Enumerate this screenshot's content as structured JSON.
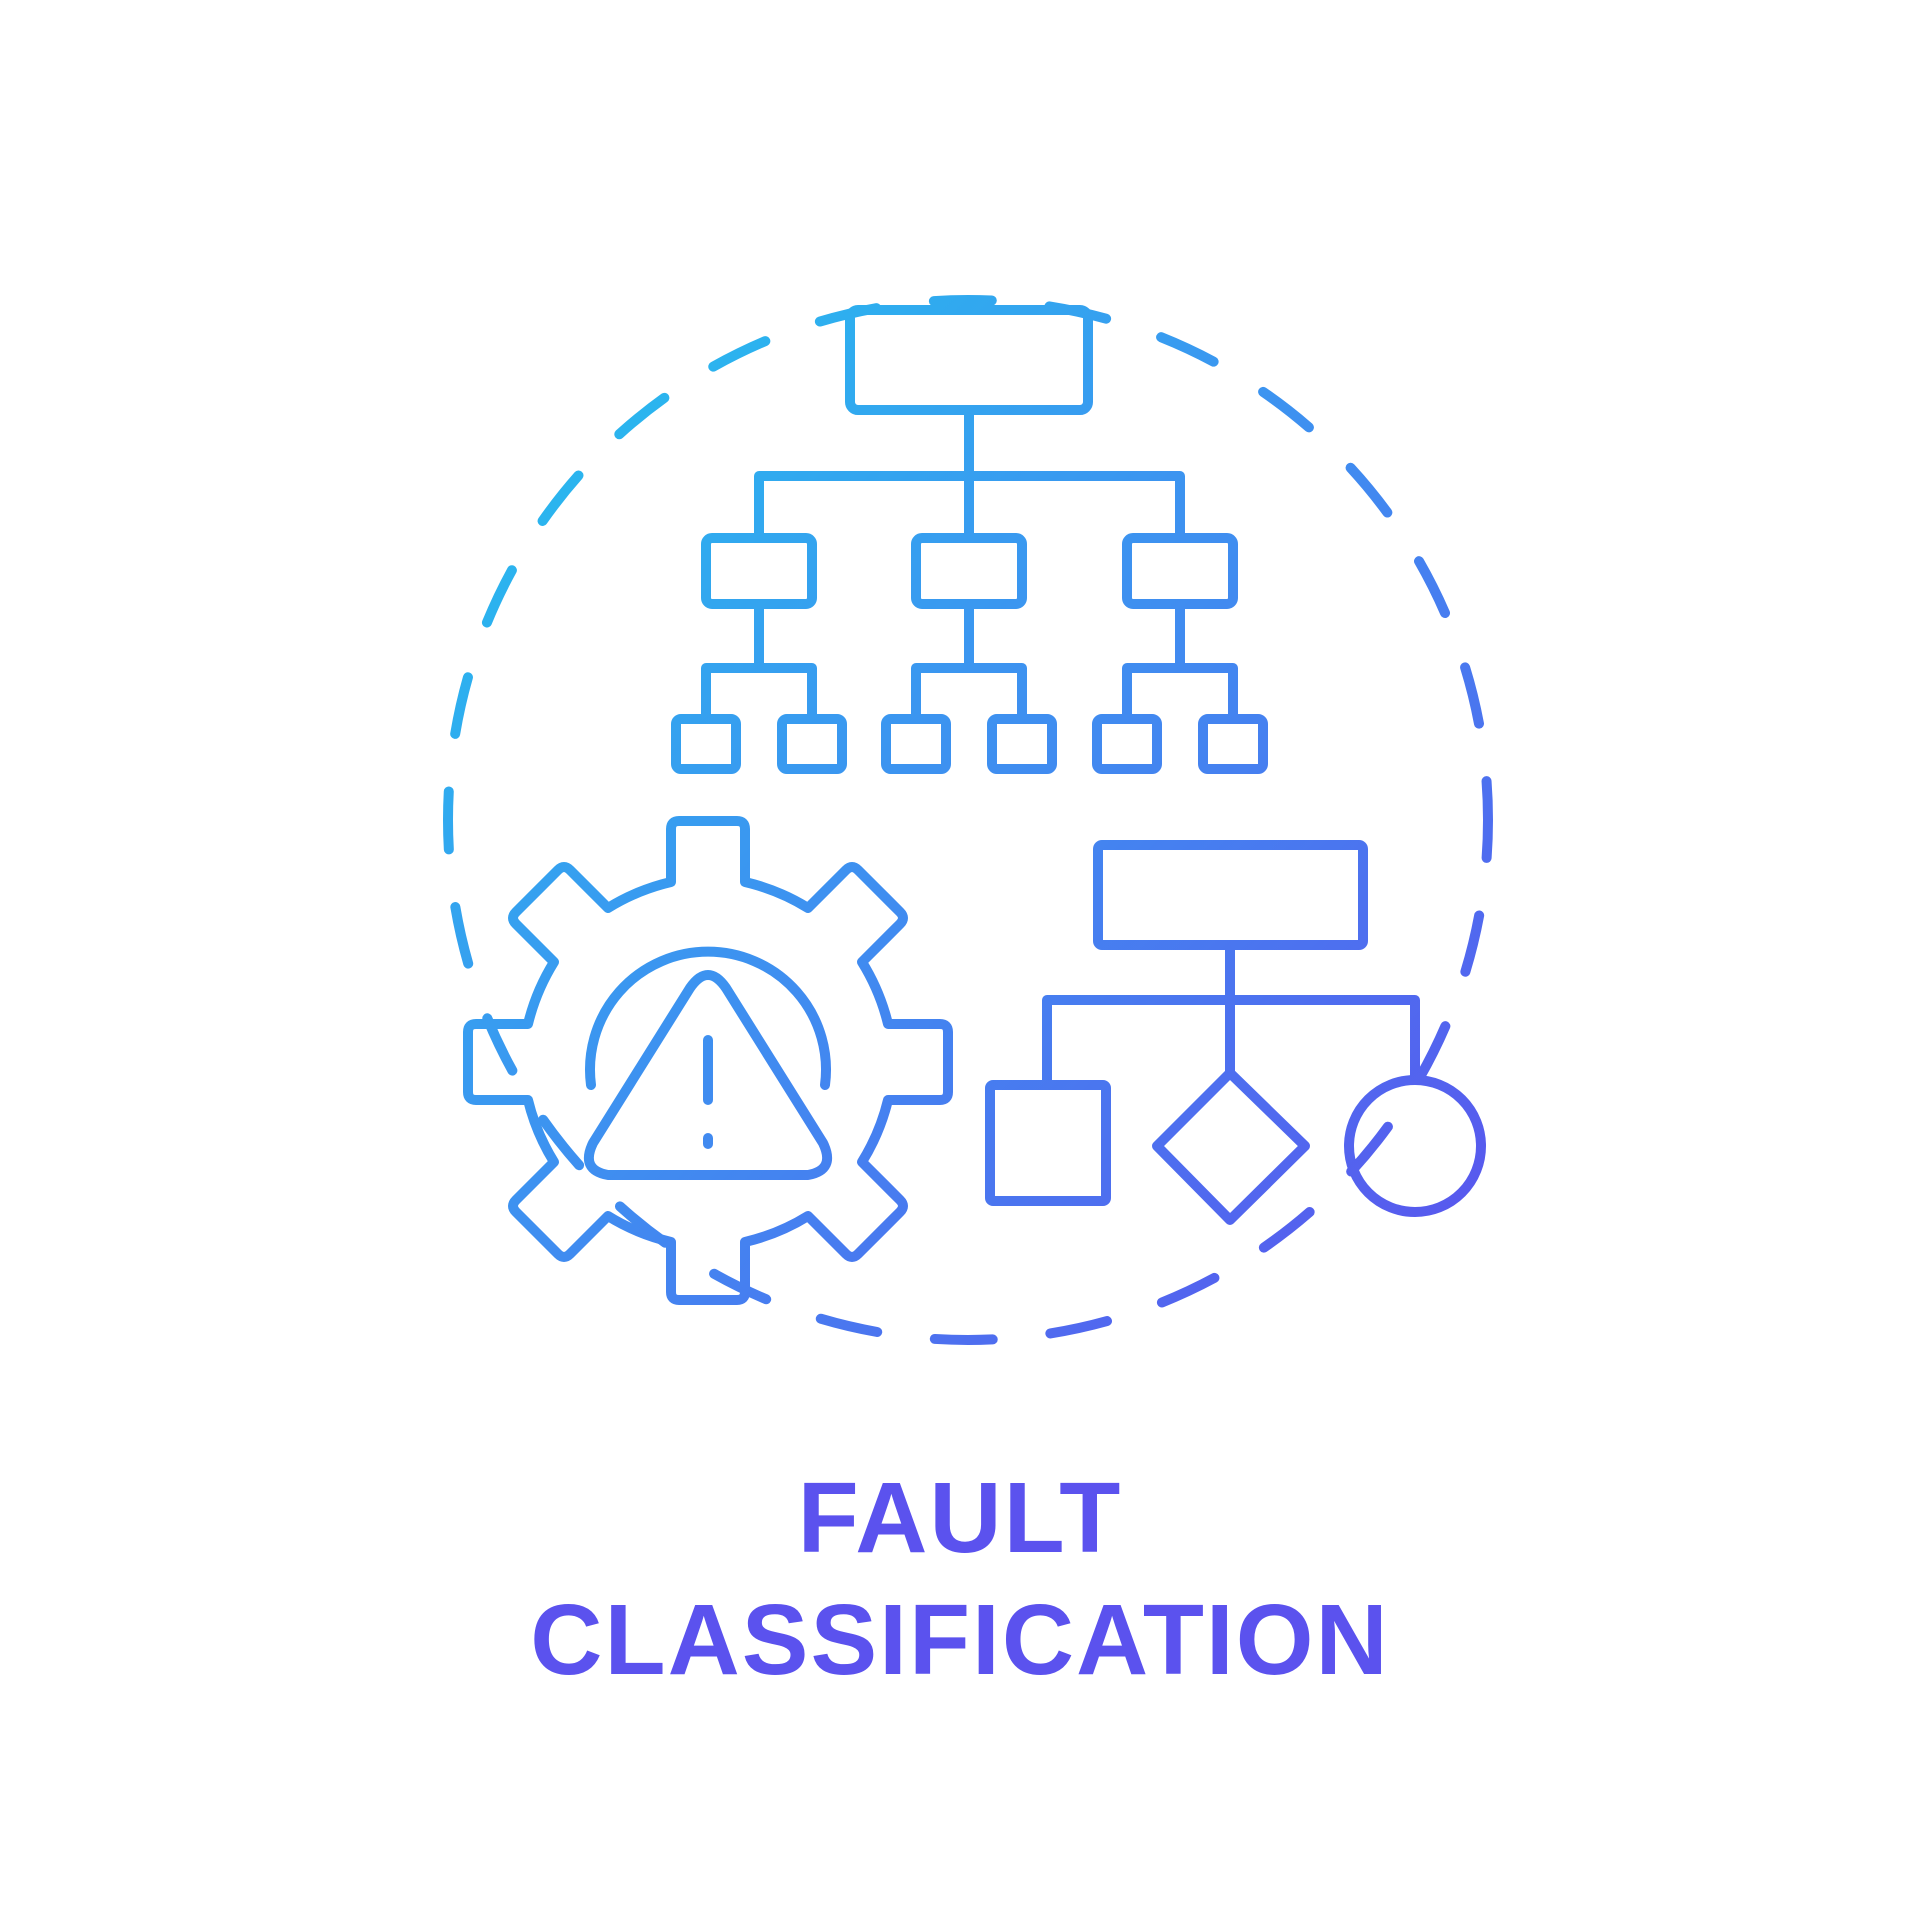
{
  "icon": {
    "name": "fault-classification-icon",
    "parts": [
      "dashed-ring",
      "hierarchy-tree-icon",
      "gear-icon",
      "warning-triangle-icon",
      "flowchart-icon"
    ]
  },
  "caption": {
    "line1": "FAULT",
    "line2": "CLASSIFICATION"
  },
  "colors": {
    "gradient_start": "#22c5ee",
    "gradient_mid": "#3f8ef0",
    "gradient_end": "#5b52ee",
    "caption": "#5b52ee",
    "background": "#ffffff"
  }
}
